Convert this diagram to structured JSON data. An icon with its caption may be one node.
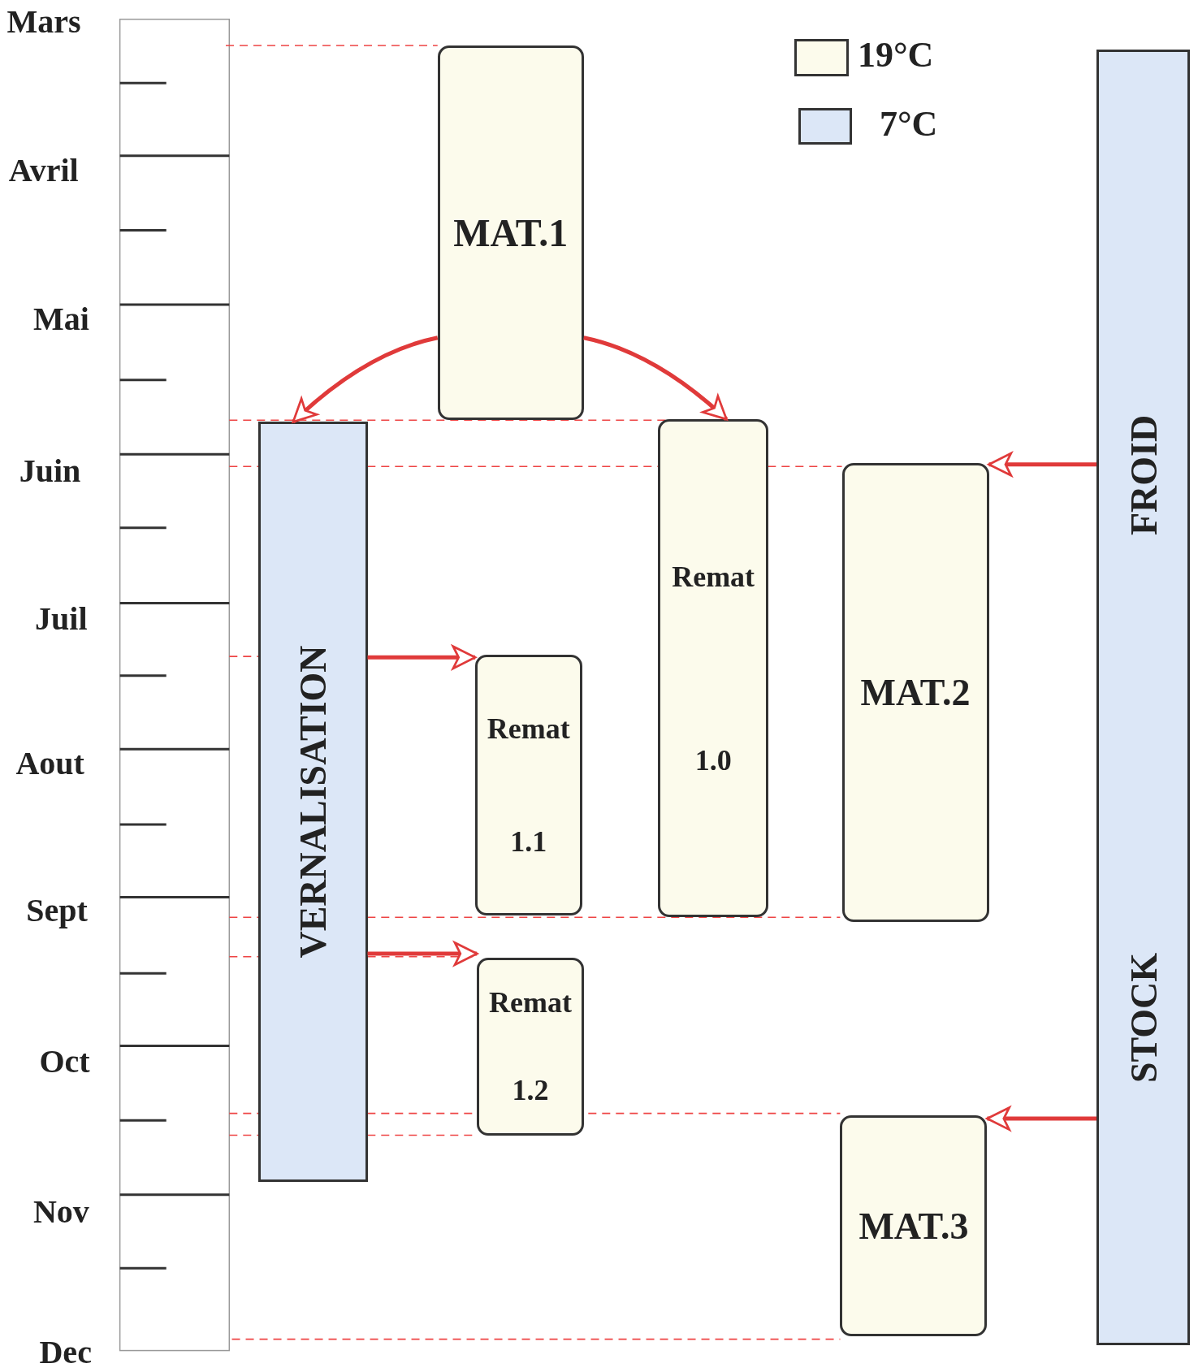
{
  "diagram": {
    "nodes": [
      {
        "text": [
          "MAT.1"
        ]
      },
      {
        "text": [
          "VERNALISATION"
        ]
      },
      {
        "text": [
          "Remat",
          "1.0"
        ]
      },
      {
        "text": [
          "MAT.2"
        ]
      },
      {
        "text": [
          "Remat",
          "1.1"
        ]
      },
      {
        "text": [
          "Remat",
          "1.2"
        ]
      },
      {
        "text": [
          "MAT.3"
        ]
      },
      {
        "text": [
          "FROID",
          "STOCK"
        ]
      }
    ],
    "edges": [
      {
        "from": 0,
        "to": 1,
        "arrow": "to"
      },
      {
        "from": 0,
        "to": 2,
        "arrow": "to"
      },
      {
        "from": 1,
        "to": 4,
        "arrow": "to"
      },
      {
        "from": 1,
        "to": 5,
        "arrow": "to"
      },
      {
        "from": 7,
        "to": 3,
        "arrow": "to"
      },
      {
        "from": 7,
        "to": 6,
        "arrow": "to"
      }
    ],
    "labels": [
      "Mars",
      "Avril",
      "Mai",
      "Juin",
      "Juil",
      "Aout",
      "Sept",
      "Oct",
      "Nov",
      "Dec"
    ],
    "legend": [
      {
        "text": "19°C",
        "color": "#fcfbec"
      },
      {
        "text": "7°C",
        "color": "#dce7f7"
      }
    ]
  }
}
